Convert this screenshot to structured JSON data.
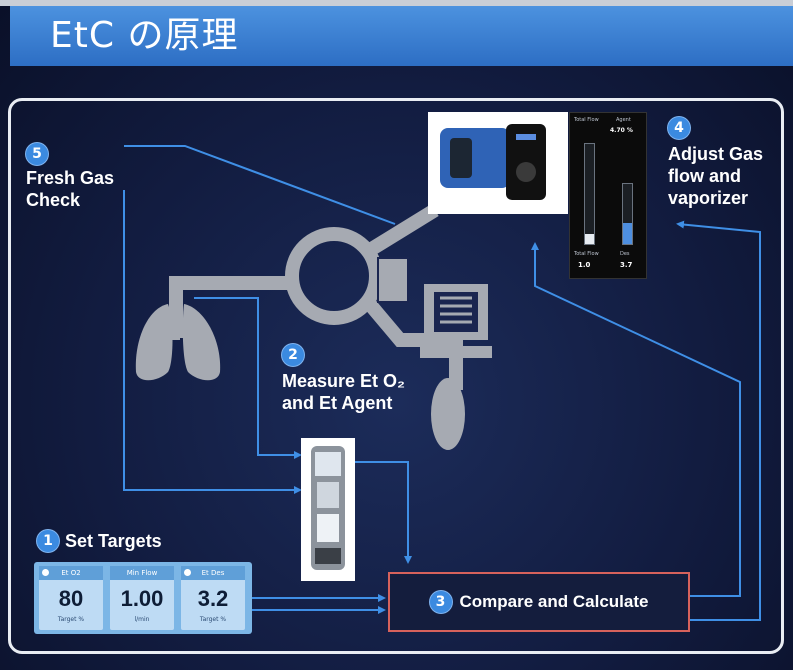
{
  "header": {
    "title": "EtC の原理"
  },
  "steps": {
    "s1": {
      "num": "1",
      "label": "Set Targets"
    },
    "s2": {
      "num": "2",
      "label": "Measure Et O₂\nand Et Agent"
    },
    "s3": {
      "num": "3",
      "label": "Compare and Calculate"
    },
    "s4": {
      "num": "4",
      "label": "Adjust Gas\nflow and\nvaporizer"
    },
    "s5": {
      "num": "5",
      "label": "Fresh Gas\nCheck"
    }
  },
  "targets": [
    {
      "header": "Et O2",
      "value": "80",
      "unit": "Target %"
    },
    {
      "header": "Min Flow",
      "value": "1.00",
      "unit": "l/min"
    },
    {
      "header": "Et Des",
      "value": "3.2",
      "unit": "Target %"
    }
  ],
  "flow_screen": {
    "col1_label": "Total Flow",
    "col2_label": "Agent",
    "col2_value": "4.70 %",
    "bottom1_label": "Total Flow",
    "bottom1_value": "1.0",
    "bottom2_label": "Des",
    "bottom2_value": "3.7",
    "flow_level": 0.1,
    "agent_level": 0.35
  },
  "colors": {
    "accent": "#3b8ae0",
    "arrow": "#3f8fe6",
    "highlight": "#d7625c",
    "gray": "#a6aab2"
  },
  "icons": [
    "lungs-icon",
    "breathing-circuit-icon",
    "co2-absorber-icon",
    "bag-icon",
    "vaporizer-icon",
    "gas-module-icon"
  ]
}
